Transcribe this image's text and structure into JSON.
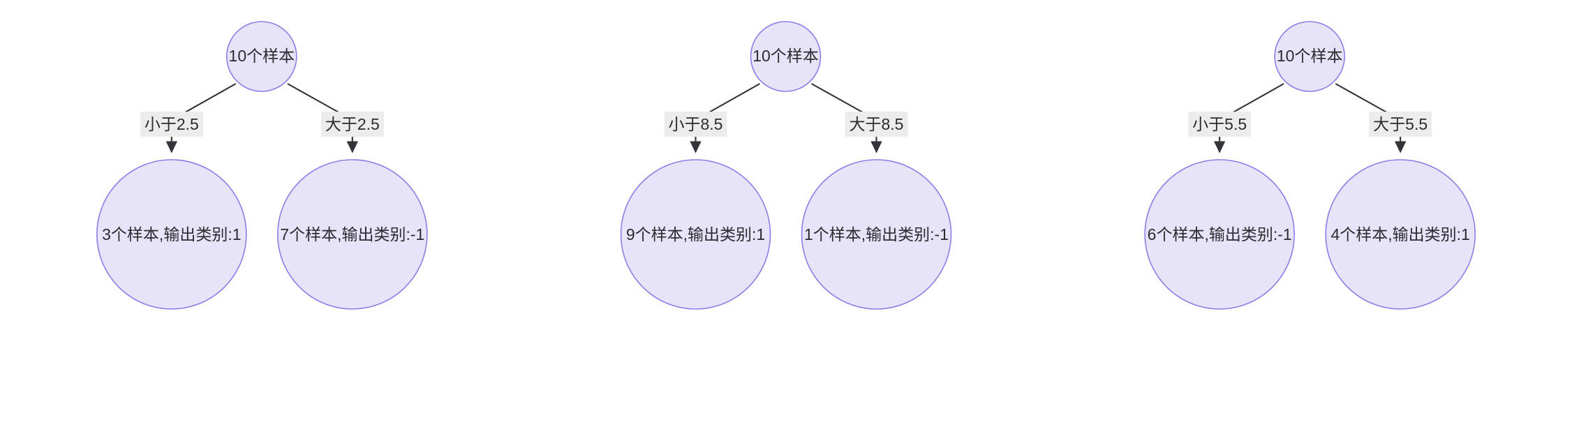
{
  "diagram": {
    "type": "decision-tree-forest",
    "background_color": "#ffffff",
    "node_fill": "#e7e3f8",
    "node_stroke": "#8a7ee8",
    "edge_color": "#33333a",
    "edge_label_bg": "#ececec",
    "text_color": "#2b2b30",
    "trees": [
      {
        "id": "tree-1",
        "root": {
          "label": "10个样本"
        },
        "left_edge": {
          "label": "小于2.5"
        },
        "right_edge": {
          "label": "大于2.5"
        },
        "left_leaf": {
          "label": "3个样本,输出类别:1"
        },
        "right_leaf": {
          "label": "7个样本,输出类别:-1"
        }
      },
      {
        "id": "tree-2",
        "root": {
          "label": "10个样本"
        },
        "left_edge": {
          "label": "小于8.5"
        },
        "right_edge": {
          "label": "大于8.5"
        },
        "left_leaf": {
          "label": "9个样本,输出类别:1"
        },
        "right_leaf": {
          "label": "1个样本,输出类别:-1"
        }
      },
      {
        "id": "tree-3",
        "root": {
          "label": "10个样本"
        },
        "left_edge": {
          "label": "小于5.5"
        },
        "right_edge": {
          "label": "大于5.5"
        },
        "left_leaf": {
          "label": "6个样本,输出类别:-1"
        },
        "right_leaf": {
          "label": "4个样本,输出类别:1"
        }
      }
    ]
  }
}
